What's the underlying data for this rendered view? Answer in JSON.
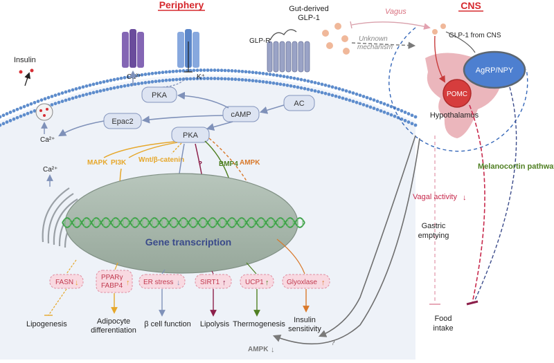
{
  "headings": {
    "periphery": "Periphery",
    "cns": "CNS"
  },
  "ions": {
    "ca": "Ca²⁺",
    "k": "K⁺"
  },
  "receptor": {
    "glpr": "GLP-R"
  },
  "nodes": {
    "pka_top": "PKA",
    "ac": "AC",
    "camp": "cAMP",
    "epac2": "Epac2",
    "pka_main": "PKA"
  },
  "secretion": {
    "insulin": "Insulin",
    "ca_upper": "Ca²⁺",
    "ca_lower": "Ca²⁺"
  },
  "pathways": {
    "mapk": "MAPK",
    "pi3k": "PI3K",
    "wnt": "Wnt/β-catenin",
    "question": "?",
    "bmp4": "BMP4",
    "ampk": "AMPK"
  },
  "nucleus": {
    "label": "Gene transcription"
  },
  "genes": {
    "fasn": "FASN",
    "pparg": "PPARγ",
    "fabp4": "FABP4",
    "er_stress": "ER stress",
    "sirt1": "SIRT1",
    "ucp1": "UCP1",
    "glyoxlase": "Glyoxlase"
  },
  "outcomes": {
    "lipogenesis": "Lipogenesis",
    "adipocyte_1": "Adipocyte",
    "adipocyte_2": "differentiation",
    "beta": "β cell function",
    "lipolysis": "Lipolysis",
    "thermogenesis": "Thermogenesis",
    "insulin_sens_1": "Insulin",
    "insulin_sens_2": "sensitivity",
    "ampk_bottom": "AMPK",
    "question_bottom": "?"
  },
  "gut": {
    "label_1": "Gut-derived",
    "label_2": "GLP-1",
    "vagus": "Vagus",
    "unknown_1": "Unknown",
    "unknown_2": "mechanism"
  },
  "cns": {
    "glp1": "GLP-1 from CNS",
    "agrp": "AgRP/NPY",
    "pomc": "POMC",
    "hypothalamus": "Hypothalamus",
    "melanocortin": "Melanocortin pathway",
    "vagal": "Vagal activity",
    "gastric_1": "Gastric",
    "gastric_2": "emptying",
    "food_1": "Food",
    "food_2": "intake"
  },
  "colors": {
    "heading": "#d6282d",
    "node_fill": "#dde4f2",
    "node_stroke": "#8394bc",
    "arrow_blue": "#7f91b9",
    "yellow": "#e6a72a",
    "purple": "#8c1f4a",
    "green": "#4f7f22",
    "orange": "#d9792b",
    "red": "#d03b3b",
    "gene_pink": "#f8d9e1",
    "gene_text": "#c0394e",
    "nucleus": "#a8b7ad",
    "cns_dash": "#3466b8",
    "pink_dash": "#d9707f"
  }
}
